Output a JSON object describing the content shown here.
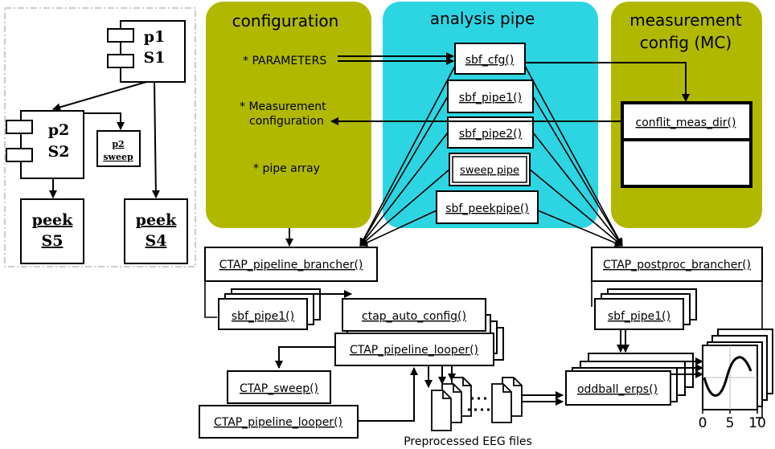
{
  "panels": {
    "configuration": {
      "title": "configuration",
      "items": [
        "* PARAMETERS",
        "* Measurement",
        "configuration",
        "* pipe array"
      ],
      "color": "#b0b800"
    },
    "analysis": {
      "title": "analysis pipe",
      "color": "#2dd5e3"
    },
    "measurement": {
      "title_line1": "measurement",
      "title_line2": "config (MC)",
      "color": "#b0b800"
    }
  },
  "pipe_boxes": {
    "cfg": "sbf_cfg()",
    "pipe1": "sbf_pipe1()",
    "pipe2": "sbf_pipe2()",
    "sweep": "sweep pipe",
    "peek": "sbf_peekpipe()"
  },
  "mc_box": "conflit_meas_dir()",
  "legend_tree": {
    "p1": "p1",
    "s1": "S1",
    "p2": "p2",
    "s2": "S2",
    "p2sweep_a": "p2",
    "p2sweep_b": "sweep",
    "peek5_a": "peek",
    "peek5_b": "S5",
    "peek4_a": "peek",
    "peek4_b": "S4"
  },
  "bottom": {
    "pipeline_brancher": "CTAP_pipeline_brancher()",
    "sbf_pipe1_left": "sbf_pipe1()",
    "auto_config": "ctap_auto_config()",
    "pipeline_looper_1": "CTAP_pipeline_looper()",
    "sweep": "CTAP_sweep()",
    "pipeline_looper_2": "CTAP_pipeline_looper()",
    "preprocessed_caption": "Preprocessed EEG files",
    "postproc_brancher": "CTAP_postproc_brancher()",
    "sbf_pipe1_right": "sbf_pipe1()",
    "oddball": "oddball_erps()",
    "axis_ticks": [
      "0",
      "5",
      "10"
    ]
  }
}
